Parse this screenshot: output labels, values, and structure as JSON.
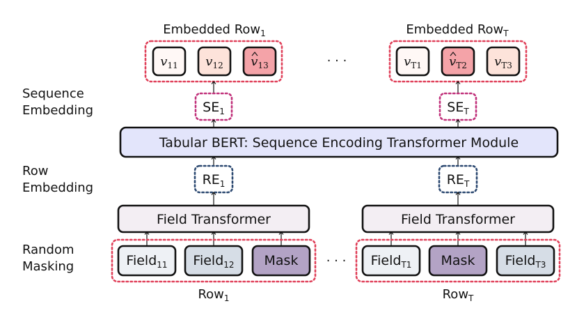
{
  "labels": {
    "embedded_row_1": {
      "base": "Embedded Row",
      "sub": "1"
    },
    "embedded_row_t": {
      "base": "Embedded Row",
      "sub": "T"
    },
    "ellipsis": "· · ·",
    "sequence_embedding": [
      "Sequence",
      "Embedding"
    ],
    "row_embedding": [
      "Row",
      "Embedding"
    ],
    "random_masking": [
      "Random",
      "Masking"
    ],
    "row_1": {
      "base": "Row",
      "sub": "1"
    },
    "row_t": {
      "base": "Row",
      "sub": "T"
    }
  },
  "embedded_row_1": [
    {
      "var": "v",
      "sub": "11",
      "hat": false,
      "color": "#fff8f6"
    },
    {
      "var": "v",
      "sub": "12",
      "hat": false,
      "color": "#fde3da"
    },
    {
      "var": "v",
      "sub": "13",
      "hat": true,
      "color": "#f4a3a8"
    }
  ],
  "embedded_row_t": [
    {
      "var": "v",
      "sub": "T1",
      "hat": false,
      "color": "#fff8f6"
    },
    {
      "var": "v",
      "sub": "T2",
      "hat": true,
      "color": "#f4a3a8"
    },
    {
      "var": "v",
      "sub": "T3",
      "hat": false,
      "color": "#fde3da"
    }
  ],
  "se_1": {
    "base": "SE",
    "sub": "1"
  },
  "se_t": {
    "base": "SE",
    "sub": "T"
  },
  "transformer_label": "Tabular BERT: Sequence Encoding Transformer Module",
  "re_1": {
    "base": "RE",
    "sub": "1"
  },
  "re_t": {
    "base": "RE",
    "sub": "T"
  },
  "field_transformer_label": "Field Transformer",
  "row_1_fields": [
    {
      "base": "Field",
      "sub": "11",
      "color": "#eef1f5"
    },
    {
      "base": "Field",
      "sub": "12",
      "color": "#d6dde6"
    },
    {
      "base": "Mask",
      "sub": "",
      "color": "#b3a3c5"
    }
  ],
  "row_t_fields": [
    {
      "base": "Field",
      "sub": "T1",
      "color": "#eef1f5"
    },
    {
      "base": "Mask",
      "sub": "",
      "color": "#b3a3c5"
    },
    {
      "base": "Field",
      "sub": "T3",
      "color": "#d6dde6"
    }
  ],
  "colors": {
    "transformer_fill": "#e3e5fb",
    "field_transformer_fill": "#f3eef3",
    "se_fill": "#ffffff",
    "re_fill": "#ffffff"
  }
}
